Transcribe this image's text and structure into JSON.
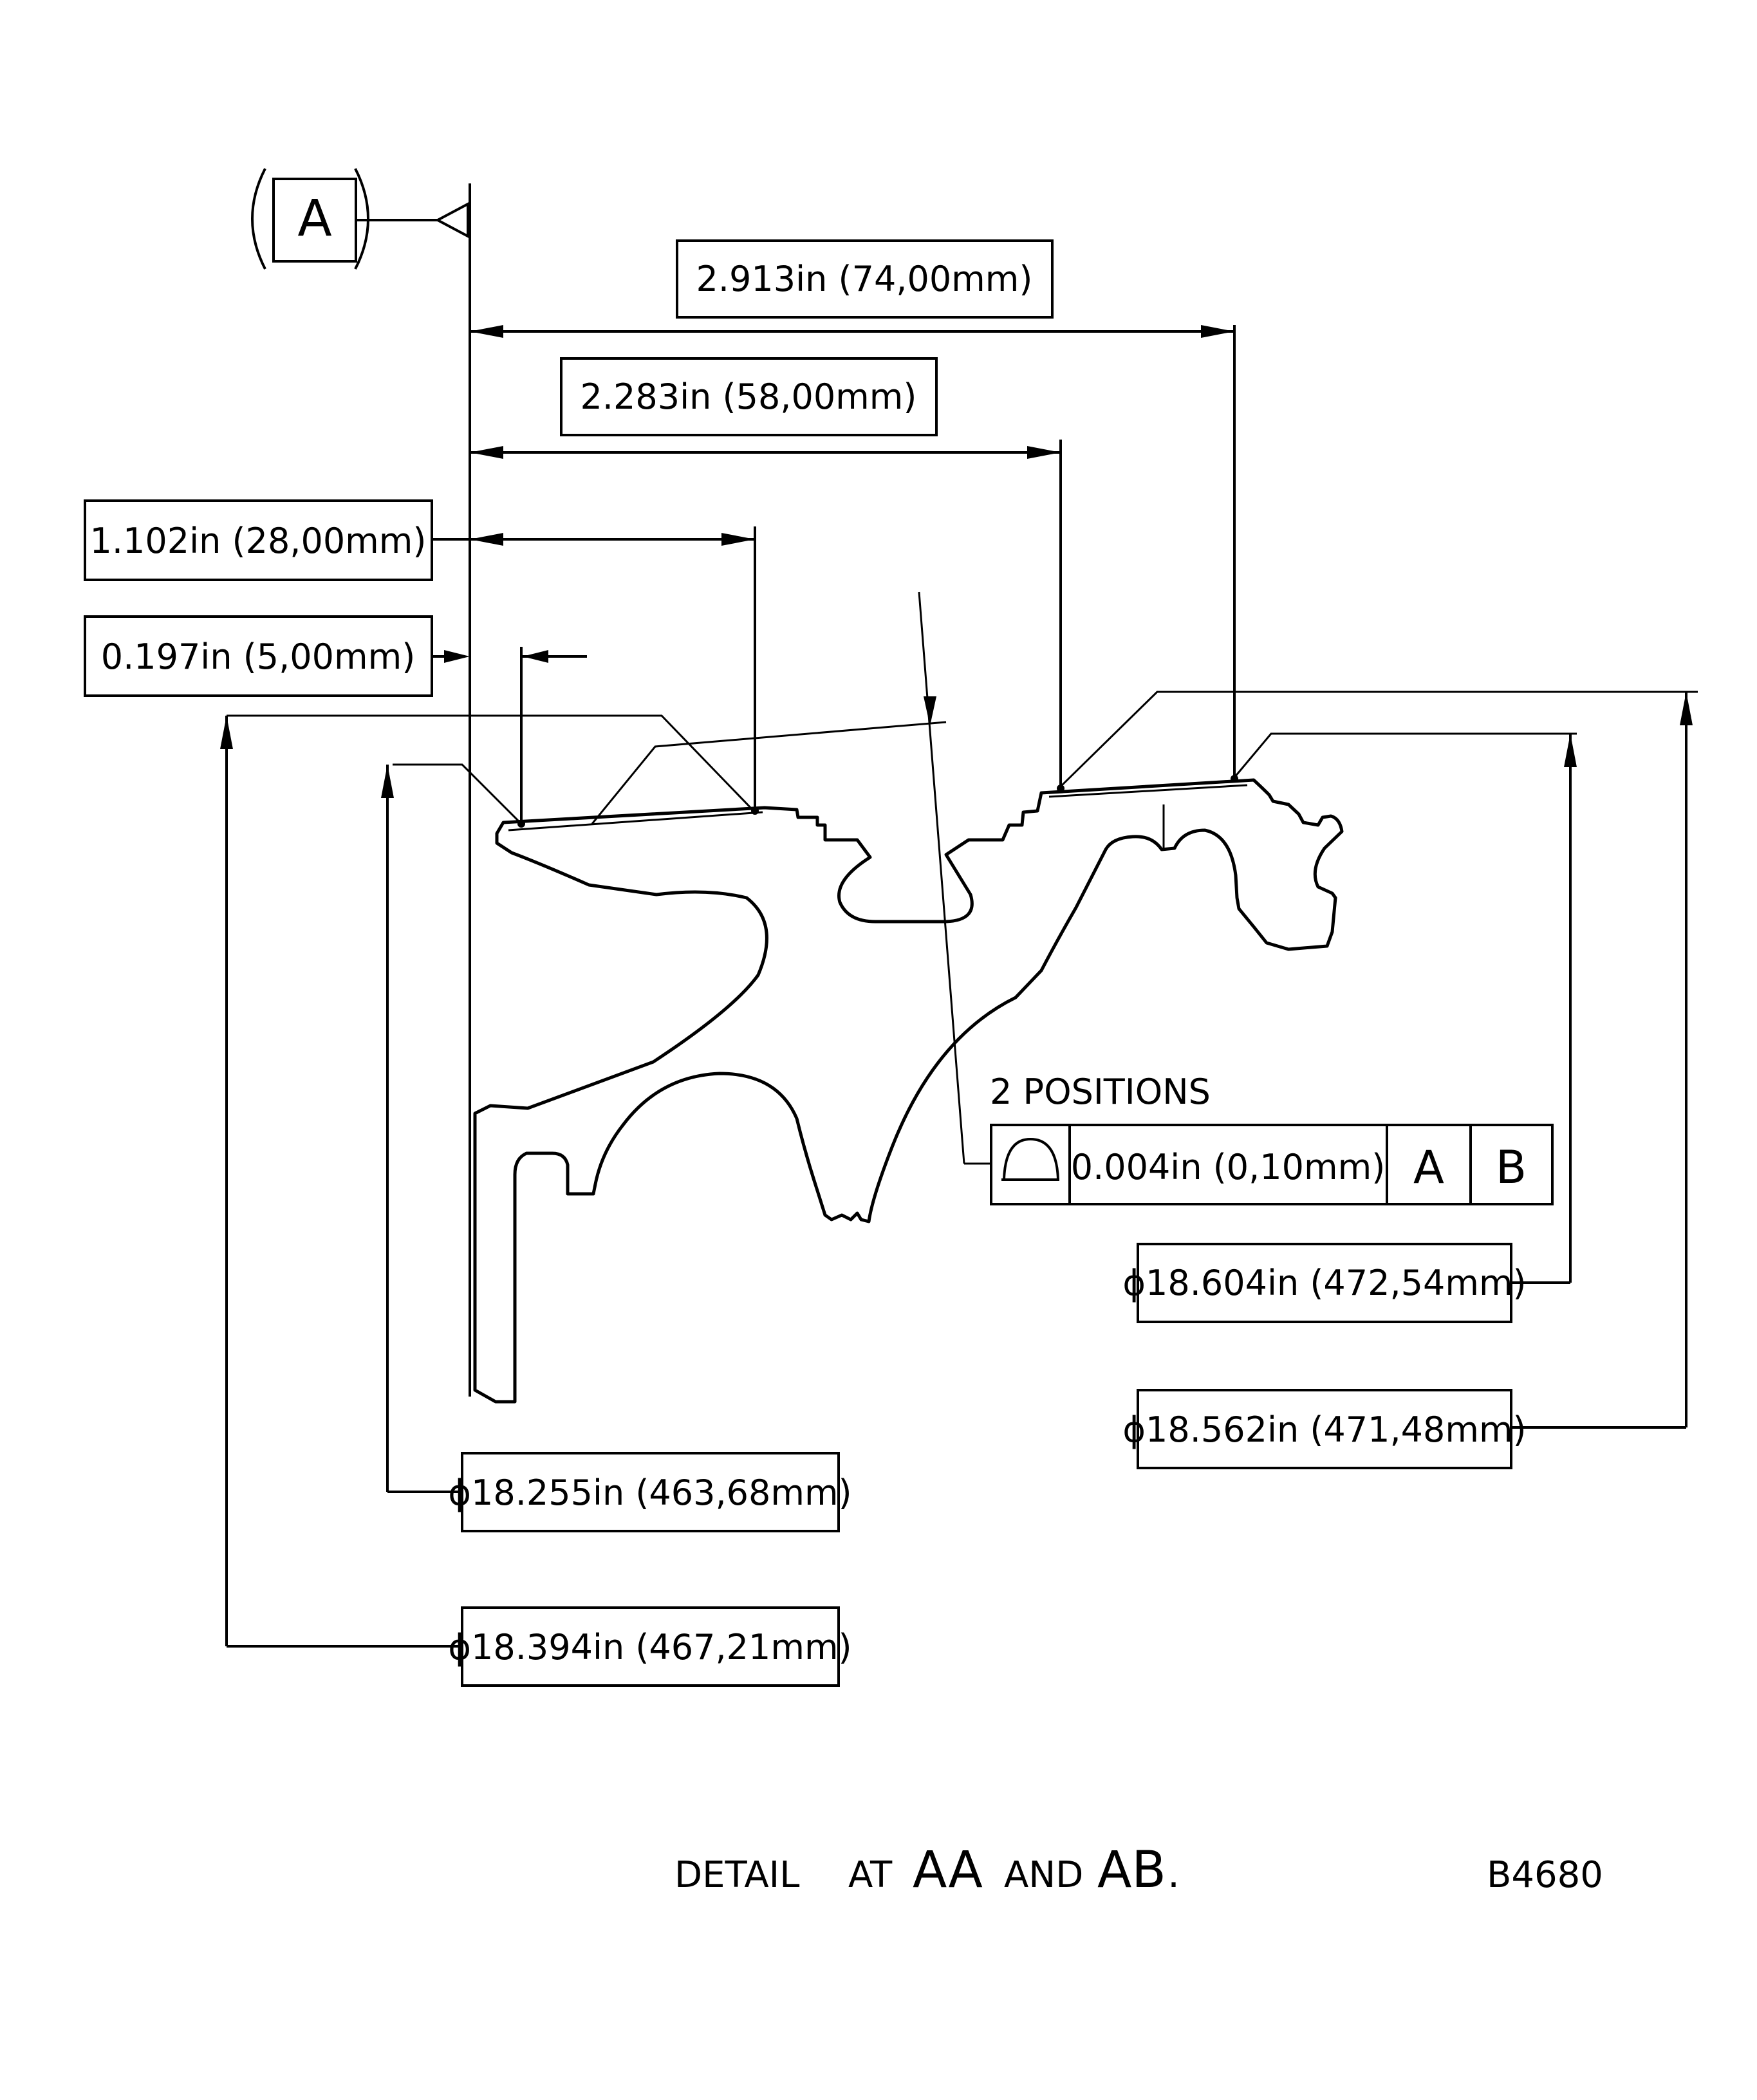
{
  "datum": {
    "label": "A"
  },
  "dimensions": {
    "d_2913": "2.913in (74,00mm)",
    "d_2283": "2.283in (58,00mm)",
    "d_1102": "1.102in (28,00mm)",
    "d_0197": "0.197in (5,00mm)",
    "dia_18604": "ϕ18.604in (472,54mm)",
    "dia_18562": "ϕ18.562in (471,48mm)",
    "dia_18255": "ϕ18.255in (463,68mm)",
    "dia_18394": "ϕ18.394in (467,21mm)"
  },
  "feature_control_frame": {
    "note": "2 POSITIONS",
    "symbol": "profile-of-a-surface",
    "tolerance": "0.004in (0,10mm)",
    "datum_1": "A",
    "datum_2": "B"
  },
  "caption": {
    "detail": "DETAIL",
    "at": "AT",
    "aa": "AA",
    "and": "AND",
    "ab": "AB",
    "period": "."
  },
  "drawing_number": "B4680"
}
